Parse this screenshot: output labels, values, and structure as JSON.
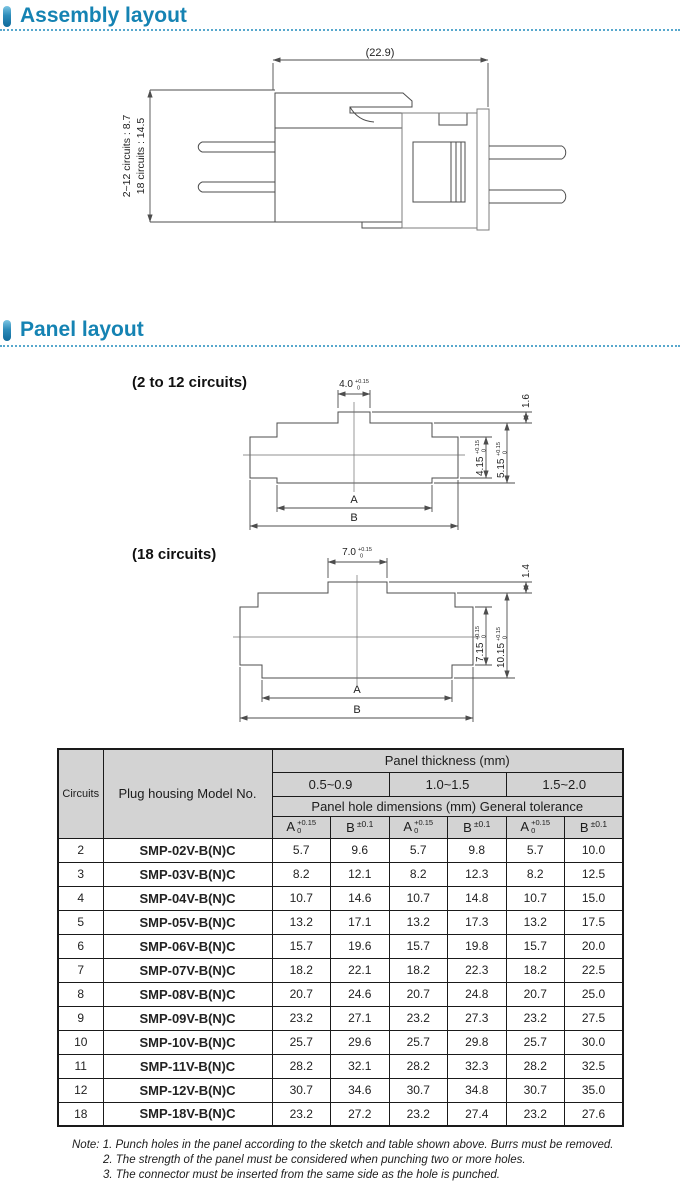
{
  "colors": {
    "accent_blue": "#1583b3",
    "dotted_blue": "#58a8cd",
    "table_header_bg": "#d3d3d3",
    "drawing_line": "#4d4d4d"
  },
  "sections": {
    "assembly": {
      "title": "Assembly layout"
    },
    "panel": {
      "title": "Panel layout"
    }
  },
  "assembly": {
    "dim_width": "(22.9)",
    "dim_height_small": "2~12 circuits : 8.7",
    "dim_height_large": "18 circuits : 14.5"
  },
  "panel_small": {
    "caption": "(2 to 12 circuits)",
    "slot_width": "4.0",
    "slot_width_tol_up": "+0.15",
    "slot_width_tol_dn": "0",
    "tab_height": "1.6",
    "inner_height": "4.15",
    "inner_height_tol_up": "+0.15",
    "inner_height_tol_dn": "0",
    "outer_height": "5.15",
    "outer_height_tol_up": "+0.15",
    "outer_height_tol_dn": "0",
    "dim_a": "A",
    "dim_b": "B"
  },
  "panel_large": {
    "caption": "(18 circuits)",
    "slot_width": "7.0",
    "slot_width_tol_up": "+0.15",
    "slot_width_tol_dn": "0",
    "tab_height": "1.4",
    "inner_height": "7.15",
    "inner_height_tol_up": "+0.15",
    "inner_height_tol_dn": "0",
    "outer_height": "10.15",
    "outer_height_tol_up": "+0.15",
    "outer_height_tol_dn": "0",
    "dim_a": "A",
    "dim_b": "B"
  },
  "table": {
    "header": {
      "circuits": "Circuits",
      "model": "Plug housing Model No.",
      "panel_thickness": "Panel thickness (mm)",
      "ranges": [
        "0.5~0.9",
        "1.0~1.5",
        "1.5~2.0"
      ],
      "hole_dims": "Panel hole dimensions (mm) General tolerance",
      "col_a": "A",
      "col_a_tol_up": "+0.15",
      "col_a_tol_dn": "0",
      "col_b": "B",
      "col_b_tol": "±0.1"
    },
    "rows": [
      {
        "circuits": "2",
        "model": "SMP-02V-B(N)C",
        "values": [
          "5.7",
          "9.6",
          "5.7",
          "9.8",
          "5.7",
          "10.0"
        ]
      },
      {
        "circuits": "3",
        "model": "SMP-03V-B(N)C",
        "values": [
          "8.2",
          "12.1",
          "8.2",
          "12.3",
          "8.2",
          "12.5"
        ]
      },
      {
        "circuits": "4",
        "model": "SMP-04V-B(N)C",
        "values": [
          "10.7",
          "14.6",
          "10.7",
          "14.8",
          "10.7",
          "15.0"
        ]
      },
      {
        "circuits": "5",
        "model": "SMP-05V-B(N)C",
        "values": [
          "13.2",
          "17.1",
          "13.2",
          "17.3",
          "13.2",
          "17.5"
        ]
      },
      {
        "circuits": "6",
        "model": "SMP-06V-B(N)C",
        "values": [
          "15.7",
          "19.6",
          "15.7",
          "19.8",
          "15.7",
          "20.0"
        ]
      },
      {
        "circuits": "7",
        "model": "SMP-07V-B(N)C",
        "values": [
          "18.2",
          "22.1",
          "18.2",
          "22.3",
          "18.2",
          "22.5"
        ]
      },
      {
        "circuits": "8",
        "model": "SMP-08V-B(N)C",
        "values": [
          "20.7",
          "24.6",
          "20.7",
          "24.8",
          "20.7",
          "25.0"
        ]
      },
      {
        "circuits": "9",
        "model": "SMP-09V-B(N)C",
        "values": [
          "23.2",
          "27.1",
          "23.2",
          "27.3",
          "23.2",
          "27.5"
        ]
      },
      {
        "circuits": "10",
        "model": "SMP-10V-B(N)C",
        "values": [
          "25.7",
          "29.6",
          "25.7",
          "29.8",
          "25.7",
          "30.0"
        ]
      },
      {
        "circuits": "11",
        "model": "SMP-11V-B(N)C",
        "values": [
          "28.2",
          "32.1",
          "28.2",
          "32.3",
          "28.2",
          "32.5"
        ]
      },
      {
        "circuits": "12",
        "model": "SMP-12V-B(N)C",
        "values": [
          "30.7",
          "34.6",
          "30.7",
          "34.8",
          "30.7",
          "35.0"
        ]
      },
      {
        "circuits": "18",
        "model": "SMP-18V-B(N)C",
        "values": [
          "23.2",
          "27.2",
          "23.2",
          "27.4",
          "23.2",
          "27.6"
        ]
      }
    ]
  },
  "notes": {
    "label": "Note:",
    "items": [
      "1. Punch holes in the panel according to the sketch and table shown above. Burrs must be removed.",
      "2. The strength of the panel must be considered when punching two or more holes.",
      "3. The connector must be inserted from the same side as the hole is punched."
    ]
  }
}
